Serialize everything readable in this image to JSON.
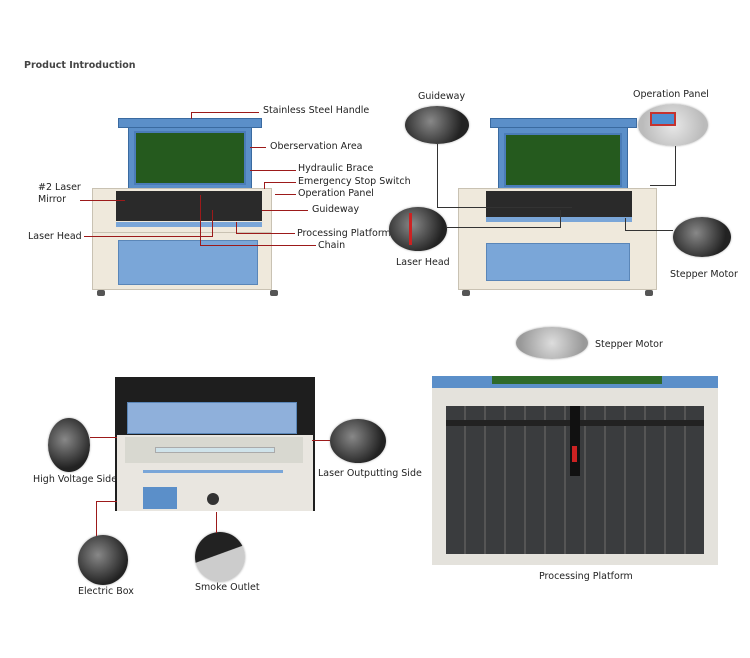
{
  "section_title": "Product Introduction",
  "front_view": {
    "labels": {
      "handle": "Stainless Steel Handle",
      "observation": "Oberservation Area",
      "hydraulic": "Hydraulic Brace",
      "estop": "Emergency Stop Switch",
      "operation": "Operation Panel",
      "guideway": "Guideway",
      "platform": "Processing Platform",
      "chain": "Chain",
      "laser_head": "Laser Head",
      "mirror_line1": "#2 Laser",
      "mirror_line2": "Mirror"
    }
  },
  "detail_view": {
    "labels": {
      "guideway": "Guideway",
      "operation": "Operation Panel",
      "laser_head": "Laser Head",
      "stepper": "Stepper Motor"
    }
  },
  "rear_view": {
    "labels": {
      "high_voltage": "High Voltage Side",
      "laser_output": "Laser Outputting Side",
      "electric_box": "Electric Box",
      "smoke_outlet": "Smoke Outlet"
    }
  },
  "platform_view": {
    "labels": {
      "stepper": "Stepper Motor",
      "platform": "Processing Platform"
    }
  },
  "colors": {
    "callout_red": "#9c1a1a",
    "callout_dark": "#333333",
    "machine_blue": "#5b8fc9"
  }
}
